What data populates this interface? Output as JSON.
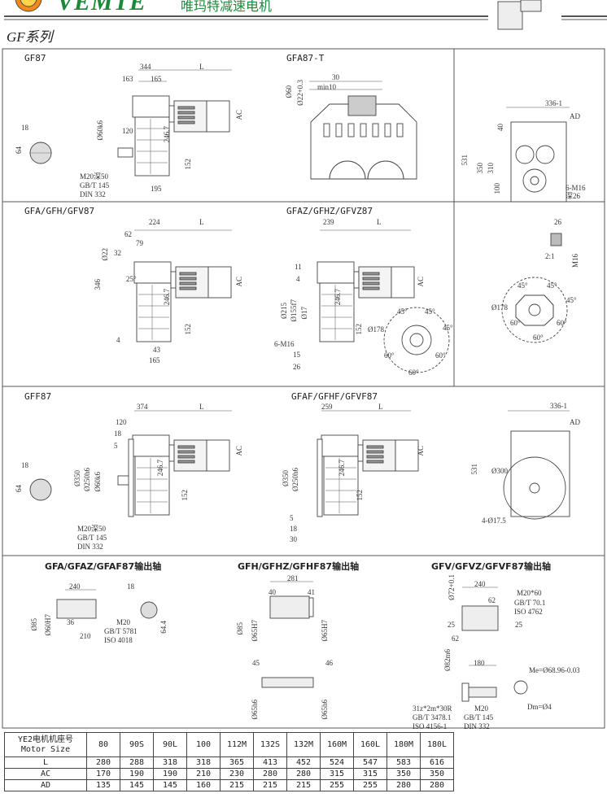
{
  "header": {
    "brand": "VEMTE",
    "company": "唯玛特减速电机",
    "series": "GF系列",
    "colors": {
      "brand": "#1a8a3a",
      "logo": "#f08a1c"
    }
  },
  "panels": {
    "gf87": {
      "title": "GF87",
      "labels": [
        "344",
        "L",
        "163",
        "165",
        "AC",
        "Ø60k6",
        "120",
        "246.7",
        "152",
        "195",
        "M20深50",
        "GB/T 145",
        "DIN 332",
        "18",
        "64"
      ]
    },
    "gfa87t": {
      "title": "GFA87-T",
      "labels": [
        "30",
        "min10",
        "Ø60",
        "Ø22+0.3"
      ]
    },
    "gfa": {
      "title": "GFA/GFH/GFV87",
      "labels": [
        "224",
        "L",
        "62",
        "79",
        "32",
        "Ø22",
        "25°",
        "346",
        "AC",
        "246.7",
        "152",
        "4",
        "43",
        "165"
      ]
    },
    "gfaz": {
      "title": "GFAZ/GFHZ/GFVZ87",
      "labels": [
        "239",
        "L",
        "11",
        "4",
        "Ø215",
        "Ø155f7",
        "Ø17",
        "246.7",
        "152",
        "6-M16",
        "15",
        "26",
        "AC",
        "Ø178",
        "45°",
        "45°",
        "45°",
        "60°",
        "60°",
        "60°"
      ]
    },
    "side": {
      "labels": [
        "336-1",
        "AD",
        "531",
        "40",
        "350",
        "310",
        "100",
        "6-M16",
        "深26",
        "26",
        "2:1",
        "M16",
        "45°",
        "45°",
        "45°",
        "Ø178",
        "60°",
        "60°",
        "60°"
      ]
    },
    "gff": {
      "title": "GFF87",
      "labels": [
        "374",
        "L",
        "120",
        "18",
        "5",
        "AC",
        "Ø350",
        "Ø250h6",
        "Ø60k6",
        "246.7",
        "152",
        "M20深50",
        "GB/T 145",
        "DIN 332",
        "18",
        "64"
      ]
    },
    "gfaf": {
      "title": "GFAF/GFHF/GFVF87",
      "labels": [
        "259",
        "L",
        "AC",
        "Ø350",
        "Ø250h6",
        "246.7",
        "152",
        "5",
        "18",
        "30"
      ]
    },
    "gfafside": {
      "labels": [
        "336-1",
        "AD",
        "531",
        "Ø300",
        "4-Ø17.5"
      ]
    },
    "shaft_a": {
      "title": "GFA/GFAZ/GFAF87输出轴",
      "labels": [
        "240",
        "18",
        "Ø85",
        "Ø60H7",
        "36",
        "210",
        "M20",
        "GB/T 5781",
        "ISO 4018",
        "64.4"
      ]
    },
    "shaft_h": {
      "title": "GFH/GFHZ/GFHF87输出轴",
      "labels": [
        "281",
        "40",
        "41",
        "Ø85",
        "Ø65H7",
        "Ø65H7",
        "45",
        "46",
        "Ø65h6",
        "Ø65h6"
      ]
    },
    "shaft_v": {
      "title": "GFV/GFVZ/GFVF87输出轴",
      "labels": [
        "Ø72+0.1",
        "240",
        "62",
        "M20*60",
        "GB/T 70.1",
        "ISO 4762",
        "25",
        "25",
        "62",
        "Ø82m6",
        "180",
        "Me=Ø68.96-0.03",
        "Dm=Ø4",
        "31z*2m*30R",
        "GB/T 3478.1",
        "ISO 4156-1",
        "M20",
        "GB/T 145",
        "DIN 332"
      ]
    }
  },
  "table": {
    "header_cn": "YE2电机机座号",
    "header_en": "Motor Size",
    "sizes": [
      "80",
      "90S",
      "90L",
      "100",
      "112M",
      "132S",
      "132M",
      "160M",
      "160L",
      "180M",
      "180L"
    ],
    "rows": [
      {
        "label": "L",
        "values": [
          "280",
          "288",
          "318",
          "318",
          "365",
          "413",
          "452",
          "524",
          "547",
          "583",
          "616"
        ]
      },
      {
        "label": "AC",
        "values": [
          "170",
          "190",
          "190",
          "210",
          "230",
          "280",
          "280",
          "315",
          "315",
          "350",
          "350"
        ]
      },
      {
        "label": "AD",
        "values": [
          "135",
          "145",
          "145",
          "160",
          "215",
          "215",
          "215",
          "255",
          "255",
          "280",
          "280"
        ]
      }
    ]
  }
}
